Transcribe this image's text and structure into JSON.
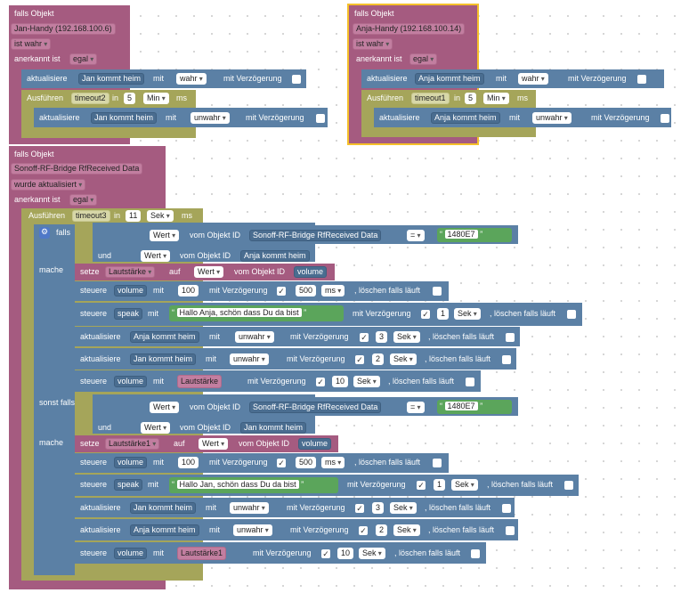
{
  "t": {
    "falls_obj": "falls Objekt",
    "jan_handy": "Jan-Handy (192.168.100.6)",
    "anja_handy": "Anja-Handy (192.168.100.14)",
    "sonoff": "Sonoff-RF-Bridge RfReceived  Data",
    "ist_wahr": "ist wahr",
    "wurde": "wurde aktualisiert",
    "anerkannt": "anerkannt ist",
    "egal": "egal",
    "aktualisiere": "aktualisiere",
    "mit": "mit",
    "wahr": "wahr",
    "unwahr": "unwahr",
    "mit_verz": "mit Verzögerung",
    "ausfuehren": "Ausführen",
    "in": "in",
    "ms": "ms",
    "min": "Min",
    "sek": "Sek",
    "jan_kommt": "Jan kommt heim",
    "anja_kommt": "Anja kommt heim",
    "timeout1": "timeout1",
    "timeout2": "timeout2",
    "timeout3": "timeout3",
    "five": "5",
    "eleven": "11",
    "falls": "falls",
    "sonst_falls": "sonst falls",
    "mache": "mache",
    "und": "und",
    "wert": "Wert",
    "vom_obj": "vom Objekt ID",
    "eq": "=",
    "code": "1480E7",
    "setze": "setze",
    "auf": "auf",
    "lautstaerke": "Lautstärke",
    "lautstaerke1": "Lautstärke1",
    "volume": "volume",
    "speak": "speak",
    "steuere": "steuere",
    "hundred": "100",
    "fivehundred": "500",
    "loeschen": ", löschen falls läuft",
    "hallo_anja": "Hallo Anja, schön dass Du da bist",
    "hallo_jan": "Hallo Jan, schön dass Du da bist",
    "n1": "1",
    "n2": "2",
    "n3": "3",
    "n10": "10",
    "checkmark": "✓",
    "quote_open": "“",
    "quote_close": "”"
  },
  "colors": {
    "event": "#a55b80",
    "timeout": "#a5a55a",
    "action": "#5b80a5",
    "text": "#5ba55b",
    "selected": "#f5c02a"
  }
}
